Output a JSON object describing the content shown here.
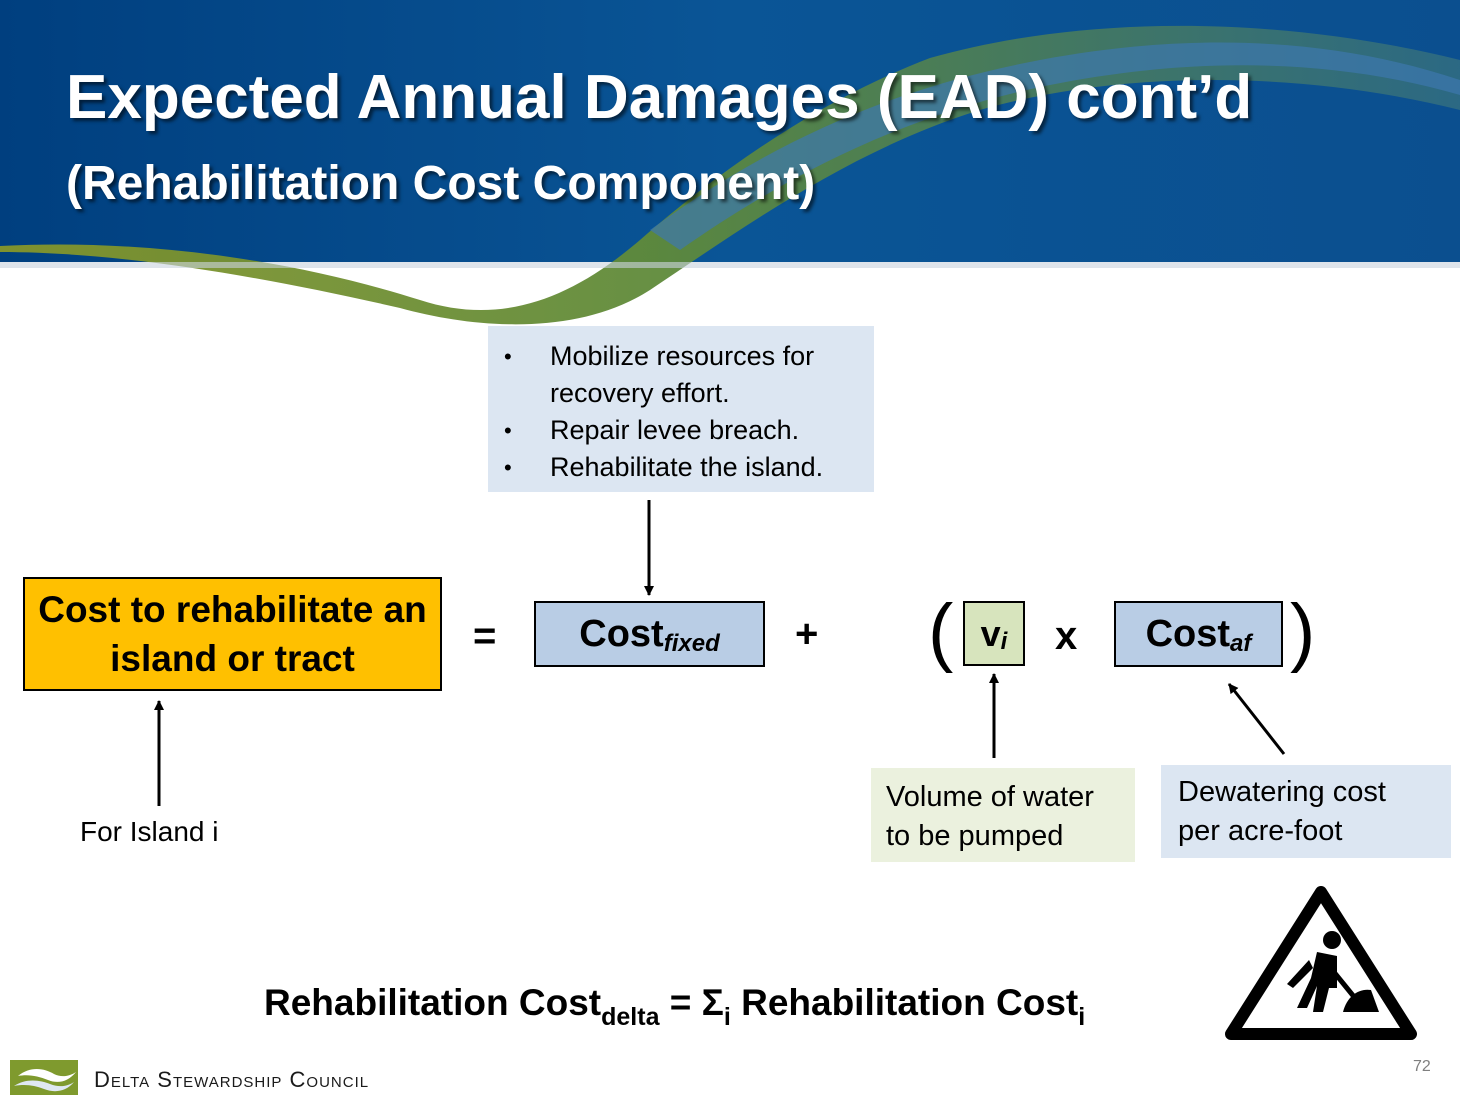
{
  "header": {
    "title": "Expected Annual Damages (EAD) cont’d",
    "subtitle": "(Rehabilitation Cost Component)"
  },
  "fixed_cost_note": {
    "bullets": [
      "Mobilize resources for recovery effort.",
      "Repair levee breach.",
      "Rehabilitate the island."
    ]
  },
  "equation": {
    "lhs": "Cost to rehabilitate an island or tract",
    "equals": "=",
    "plus": "+",
    "paren_open": "(",
    "paren_close": ")",
    "times": "x",
    "cost_fixed": {
      "base": "Cost",
      "sub": "fixed"
    },
    "volume": {
      "base": "v",
      "sub": "i"
    },
    "cost_af": {
      "base": "Cost",
      "sub": "af"
    }
  },
  "labels": {
    "for_island": "For Island i",
    "volume_note": "Volume of water to be pumped",
    "dewatering_note": "Dewatering cost per acre-foot"
  },
  "summary_formula": {
    "left": "Rehabilitation Cost",
    "left_sub": "delta",
    "middle": " = Σ",
    "middle_sub": "i",
    "right": " Rehabilitation Cost",
    "right_sub": "i"
  },
  "footer": {
    "org_name": "Delta Stewardship Council",
    "page_number": "72"
  },
  "colors": {
    "header_blue": "#004b87",
    "header_green": "#7f9a2e",
    "lhs_box": "#ffc000",
    "cost_box": "#b9cde5",
    "volume_box": "#d7e4bd",
    "note_blue": "#dce6f2",
    "note_green": "#ebf1de"
  },
  "icons": {
    "warning_sign": "roadworks-warning-icon",
    "logo": "delta-waves-logo"
  }
}
